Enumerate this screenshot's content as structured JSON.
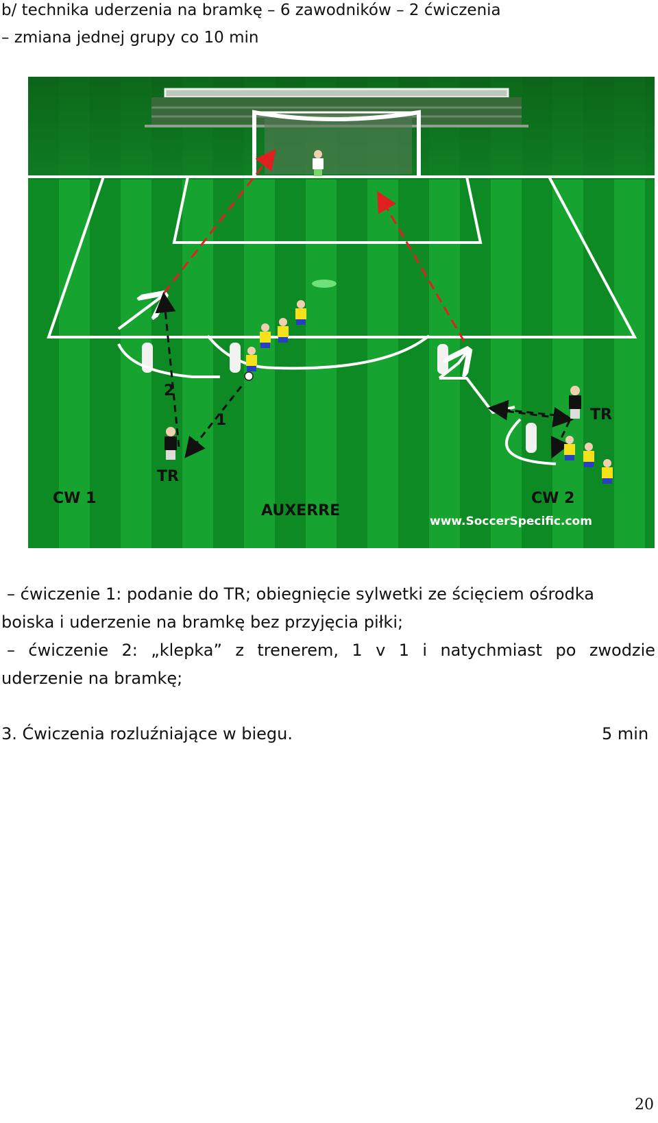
{
  "header": {
    "line1": "b/ technika uderzenia na bramkę – 6 zawodników – 2 ćwiczenia",
    "line2": "– zmiana jednej grupy co 10 min"
  },
  "figure": {
    "label_tr_left": "TR",
    "label_tr_right": "TR",
    "label_cw1": "CW 1",
    "label_cw2": "CW 2",
    "label_auxerre": "AUXERRE",
    "label_pass1": "1",
    "label_pass2": "2",
    "watermark": "www.SoccerSpecific.com",
    "colors": {
      "pitch_dark": "#0a7a1e",
      "pitch_light": "#1aa52e",
      "lines": "#ffffff",
      "pass_arrow": "#111111",
      "shot_arrow": "#e02020"
    }
  },
  "body": {
    "p1": "– ćwiczenie 1: podanie do TR; obiegnięcie sylwetki ze ścięciem ośrodka",
    "p2": "boiska i uderzenie na bramkę bez przyjęcia piłki;",
    "p3": "– ćwiczenie 2: „klepka” z trenerem, 1 v 1 i natychmiast po zwodzie",
    "p4": "uderzenie na bramkę;",
    "p5_left": "3. Ćwiczenia rozluźniające w biegu.",
    "p5_right": "5 min"
  },
  "page_number": "20"
}
